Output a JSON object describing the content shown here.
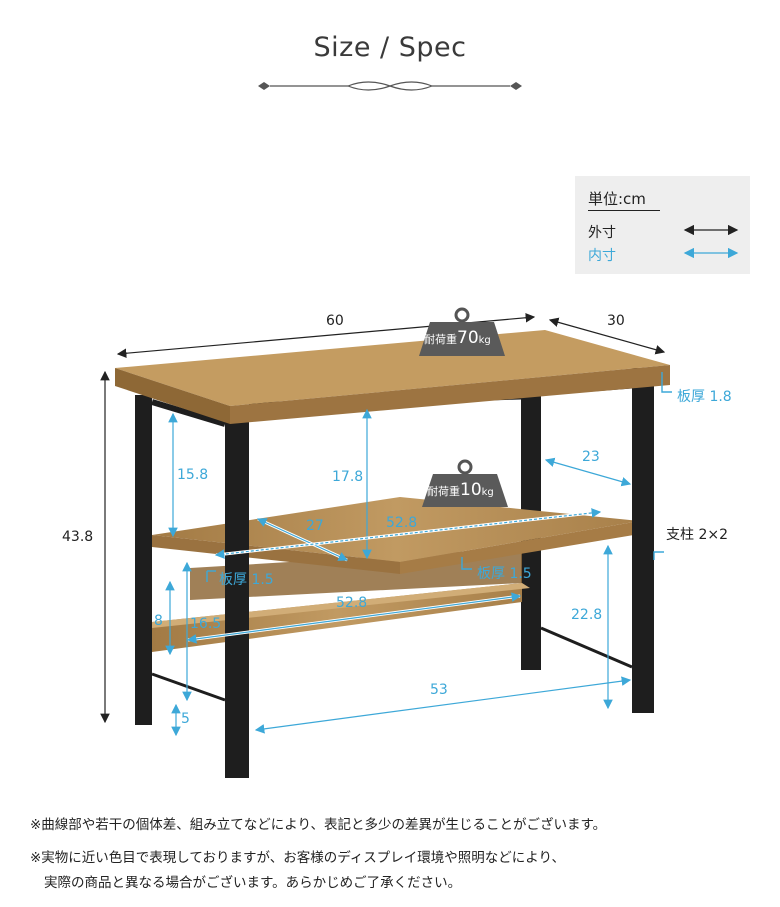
{
  "header": {
    "title": "Size / Spec"
  },
  "legend": {
    "unit_label": "単位:cm",
    "outer_label": "外寸",
    "inner_label": "内寸"
  },
  "colors": {
    "outer": "#222222",
    "inner": "#3da8d8",
    "wood": "#b08a54",
    "frame": "#1e1e1e"
  },
  "load_labels": {
    "top": {
      "prefix": "耐荷重",
      "value": "70",
      "unit": "kg"
    },
    "shelf": {
      "prefix": "耐荷重",
      "value": "10",
      "unit": "kg"
    }
  },
  "dimensions": {
    "width": "60",
    "depth": "30",
    "height": "43.8",
    "top_thickness": "板厚 1.8",
    "leg": "支柱 2×2",
    "mid_clear_front": "15.8",
    "mid_clear_center": "17.8",
    "shelf_inner_depth_side": "23",
    "shelf_inner_depth": "27",
    "shelf_inner_width": "52.8",
    "shelf_thickness_left": "板厚 1.5",
    "shelf_thickness_right": "板厚 1.5",
    "lower_width": "52.8",
    "lower_board_height": "8",
    "lower_clear": "16.5",
    "shelf_floor_height": "22.8",
    "floor_inner_width": "53",
    "floor_clearance": "5"
  },
  "notes": [
    "※曲線部や若干の個体差、組み立てなどにより、表記と多少の差異が生じることがございます。",
    "※実物に近い色目で表現しておりますが、お客様のディスプレイ環境や照明などにより、",
    "実際の商品と異なる場合がございます。あらかじめご了承ください。"
  ]
}
